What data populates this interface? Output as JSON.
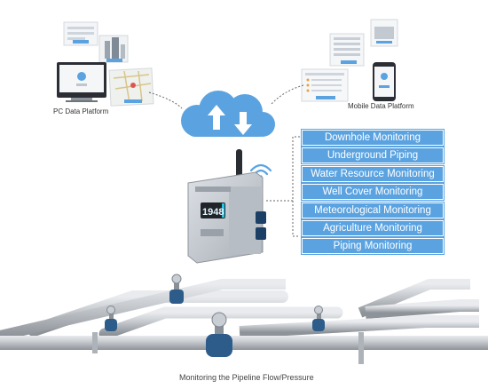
{
  "platforms": {
    "pc_label": "PC Data Platform",
    "mobile_label": "Mobile Data Platform"
  },
  "device": {
    "display_value": "1948"
  },
  "monitoring": {
    "items": [
      "Downhole Monitoring",
      "Underground Piping",
      "Water Resource Monitoring",
      "Well Cover Monitoring",
      "Meteorological Monitoring",
      "Agriculture Monitoring",
      "Piping Monitoring"
    ]
  },
  "caption": "Monitoring the Pipeline Flow/Pressure",
  "colors": {
    "cloud": "#5ba3e0",
    "list_bg": "#5ba3e0",
    "pipe": "#b9bdc2",
    "meter_blue": "#2e5c8a"
  }
}
